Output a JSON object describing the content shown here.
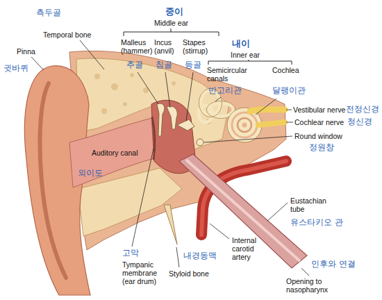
{
  "diagram": {
    "labels": [
      "중이",
      "Middle ear",
      "측두골",
      "Temporal bone",
      "귓바퀴",
      "Pinna",
      "Malleus (hammer)",
      "Incus (anvil)",
      "Stapes (stirrup)",
      "추골",
      "침골",
      "등골",
      "내이",
      "Inner ear",
      "Semicircular canals",
      "Cochlea",
      "반고리관",
      "달팽이관",
      "Vestibular nerve",
      "전정신경",
      "Cochlear nerve",
      "청신경",
      "Round window",
      "정원창",
      "Auditory canal",
      "외이도",
      "Eustachian tube",
      "유스타키오 관",
      "Internal carotid artery",
      "내경동맥",
      "고막",
      "Tympanic membrane (ear drum)",
      "Styloid bone",
      "인후와 연결",
      "Opening to nasopharynx"
    ]
  }
}
